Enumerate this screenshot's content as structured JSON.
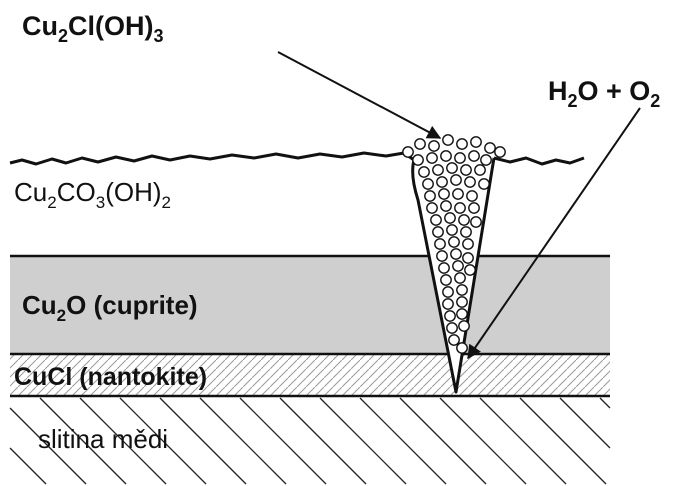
{
  "labels": {
    "cl_main": "Cu",
    "cl_sub_2": "2",
    "cl_mid": "Cl(OH)",
    "cl_sub_3": "3",
    "water_h": "H",
    "water_sub_2": "2",
    "water_mid": "O + O",
    "water_sub_2b": "2",
    "malachite_main": "Cu",
    "malachite_sub_2": "2",
    "malachite_co": "CO",
    "malachite_sub_3": "3",
    "malachite_oh": "(OH)",
    "malachite_sub_2b": "2",
    "cuprite_cu": "Cu",
    "cuprite_sub_2": "2",
    "cuprite_rest": "O (cuprite)",
    "nantokite": "CuCl (nantokite)",
    "alloy": "slitina mědi"
  },
  "colors": {
    "cuprite_fill": "#cfcfcf",
    "nantokite_hatch": "#9a9a9a",
    "alloy_hatch": "#222222",
    "line": "#111111"
  }
}
